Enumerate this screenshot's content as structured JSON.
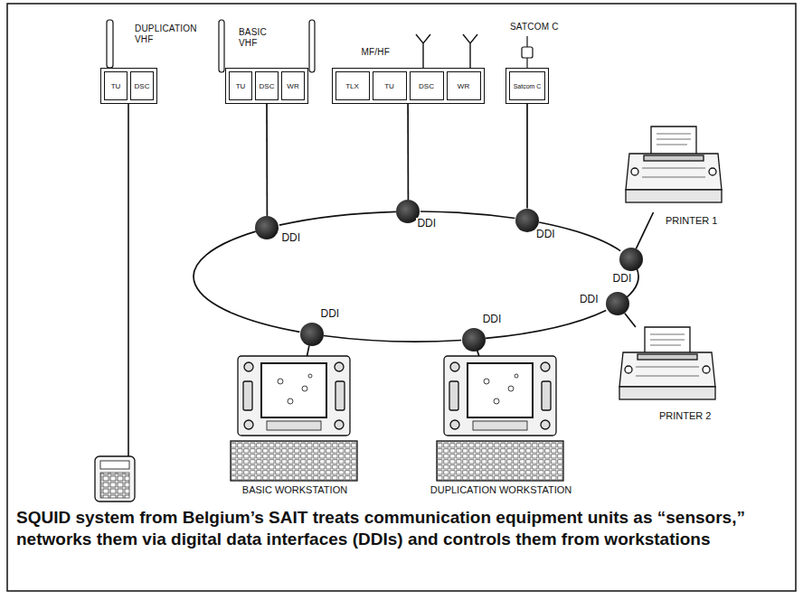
{
  "diagram": {
    "caption": "SQUID system from Belgium’s SAIT treats communication equipment units as “sensors,” networks them via digital data interfaces (DDIs) and controls them from workstations",
    "nodes": [
      {
        "text": [
          "DUPLICATION VHF"
        ]
      },
      {
        "text": [
          "TU"
        ],
        "in": 0
      },
      {
        "text": [
          "DSC"
        ],
        "in": 0
      },
      {
        "text": [
          "BASIC VHF"
        ]
      },
      {
        "text": [
          "TU"
        ],
        "in": 3
      },
      {
        "text": [
          "DSC"
        ],
        "in": 3
      },
      {
        "text": [
          "WR"
        ],
        "in": 3
      },
      {
        "text": [
          "MF/HF"
        ]
      },
      {
        "text": [
          "TLX"
        ],
        "in": 7
      },
      {
        "text": [
          "TU"
        ],
        "in": 7
      },
      {
        "text": [
          "DSC"
        ],
        "in": 7
      },
      {
        "text": [
          "WR"
        ],
        "in": 7
      },
      {
        "text": [
          "SATCOM C"
        ]
      },
      {
        "text": [
          "Satcom C"
        ],
        "in": 12
      },
      {
        "text": [
          "DDI"
        ]
      },
      {
        "text": [
          "DDI"
        ]
      },
      {
        "text": [
          "DDI"
        ]
      },
      {
        "text": [
          "DDI"
        ]
      },
      {
        "text": [
          "DDI"
        ]
      },
      {
        "text": [
          "DDI"
        ]
      },
      {
        "text": [
          "DDI"
        ]
      },
      {
        "text": [
          "PRINTER 1"
        ]
      },
      {
        "text": [
          "PRINTER 2"
        ]
      },
      {
        "text": [
          "BASIC WORKSTATION"
        ]
      },
      {
        "text": [
          "DUPLICATION WORKSTATION"
        ]
      }
    ],
    "edges": [
      {
        "from": 3,
        "to": 14,
        "arrow": "none"
      },
      {
        "from": 7,
        "to": 15,
        "arrow": "none"
      },
      {
        "from": 12,
        "to": 16,
        "arrow": "none"
      },
      {
        "from": 17,
        "to": 21,
        "arrow": "none"
      },
      {
        "from": 18,
        "to": 22,
        "arrow": "none"
      },
      {
        "from": 19,
        "to": 24,
        "arrow": "none"
      },
      {
        "from": 20,
        "to": 23,
        "arrow": "none"
      },
      {
        "from": 14,
        "to": 15,
        "arrow": "none"
      },
      {
        "from": 15,
        "to": 16,
        "arrow": "none"
      },
      {
        "from": 16,
        "to": 17,
        "arrow": "none"
      },
      {
        "from": 17,
        "to": 18,
        "arrow": "none"
      },
      {
        "from": 18,
        "to": 19,
        "arrow": "none"
      },
      {
        "from": 19,
        "to": 20,
        "arrow": "none"
      },
      {
        "from": 20,
        "to": 14,
        "arrow": "none"
      }
    ]
  }
}
